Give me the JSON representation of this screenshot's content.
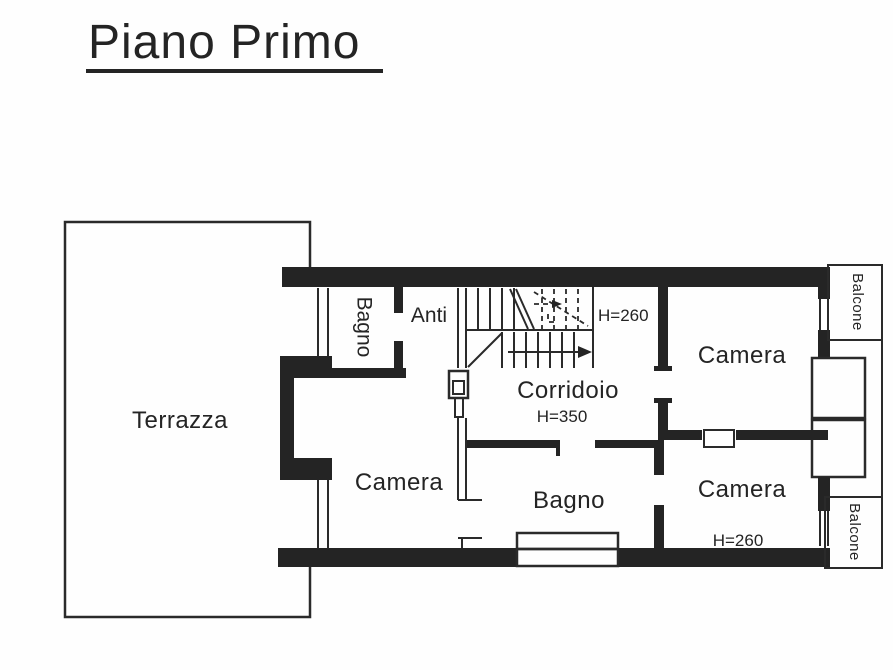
{
  "title": "Piano Primo",
  "colors": {
    "ink": "#242424",
    "paper": "#fefefe"
  },
  "rooms": {
    "terrazza": {
      "label": "Terrazza"
    },
    "bagno_top": {
      "label": "Bagno"
    },
    "anti": {
      "label": "Anti"
    },
    "stair_landing": {
      "height": "H=260"
    },
    "corridoio": {
      "label": "Corridoio",
      "height": "H=350"
    },
    "camera_top_right": {
      "label": "Camera"
    },
    "camera_bottom_left": {
      "label": "Camera"
    },
    "bagno_bottom": {
      "label": "Bagno"
    },
    "camera_bottom_right": {
      "label": "Camera",
      "height": "H=260"
    },
    "balcone_top": {
      "label": "Balcone"
    },
    "balcone_bottom": {
      "label": "Balcone"
    }
  }
}
